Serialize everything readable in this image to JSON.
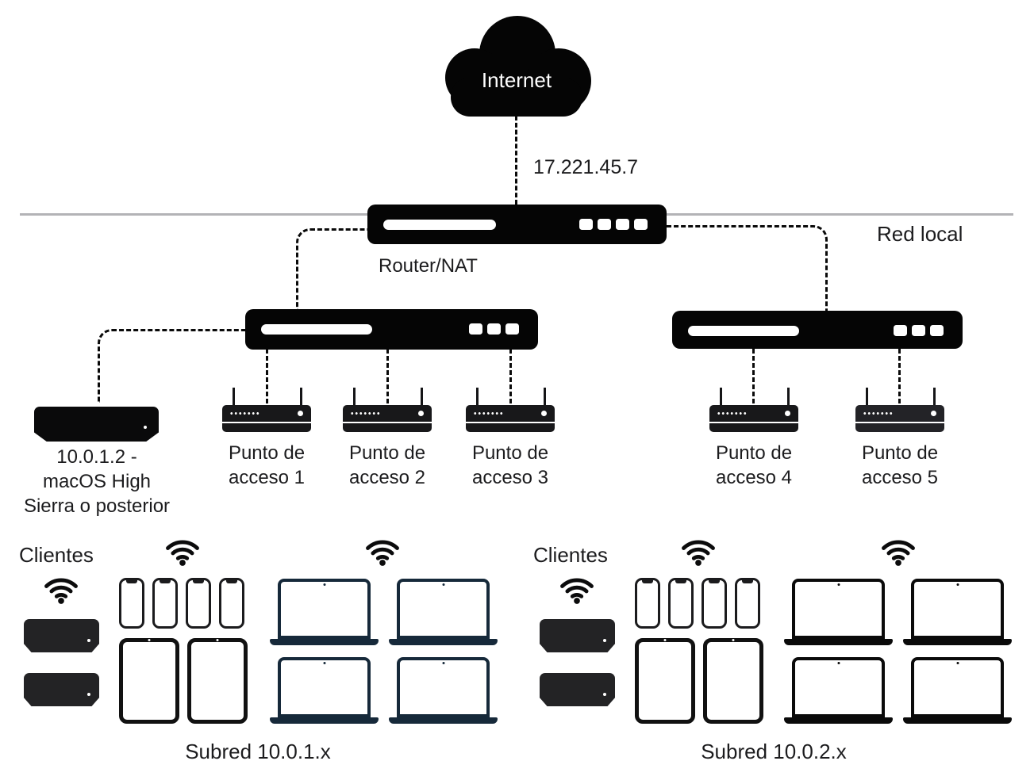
{
  "internet": {
    "label": "Internet",
    "wan_ip": "17.221.45.7"
  },
  "router": {
    "label": "Router/NAT"
  },
  "local_network_label": "Red local",
  "server": {
    "label": "10.0.1.2 -\nmacOS High\nSierra o posterior"
  },
  "access_points": [
    {
      "label": "Punto de\nacceso 1"
    },
    {
      "label": "Punto de\nacceso 2"
    },
    {
      "label": "Punto de\nacceso 3"
    },
    {
      "label": "Punto de\nacceso 4"
    },
    {
      "label": "Punto de\nacceso 5"
    }
  ],
  "groups": [
    {
      "clients_label": "Clientes",
      "subnet_label": "Subred 10.0.1.x"
    },
    {
      "clients_label": "Clientes",
      "subnet_label": "Subred 10.0.2.x"
    }
  ],
  "icons": {
    "cloud": "cloud-icon",
    "wifi": "wifi-icon",
    "router": "router-device",
    "switch": "switch-device",
    "access_point": "access-point-device"
  },
  "colors": {
    "device_black": "#050505",
    "access_point_black": "#18181a",
    "mac_mini_gray": "#232325",
    "laptop_navy": "#16293a",
    "laptop_black": "#0a0a0a",
    "network_line_gray": "#b3b3b6",
    "text": "#1c1c1e"
  }
}
